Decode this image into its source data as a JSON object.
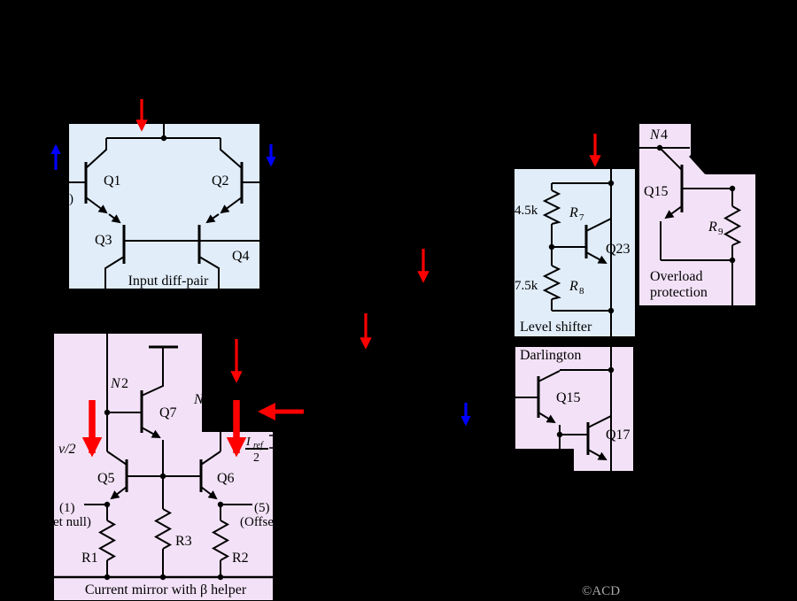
{
  "colors": {
    "background": "#000000",
    "box_blue": "#e1edf9",
    "box_pink": "#f3e2f7",
    "line_black": "#000000",
    "arrow_red": "#ff0000",
    "arrow_blue": "#0000ff",
    "watermark_gray": "#a8a8a8"
  },
  "watermark": "©ACD",
  "input_diff_pair": {
    "caption": "Input diff-pair",
    "q1": "Q1",
    "q2": "Q2",
    "q3": "Q3",
    "q4": "Q4",
    "clipped_paren": ")"
  },
  "current_mirror": {
    "caption": "Current mirror with β helper",
    "node_n2": "N",
    "node_n2_num": "2",
    "node_n1_partial": "N",
    "q5": "Q5",
    "q6": "Q6",
    "q7": "Q7",
    "r1": "R1",
    "r2": "R2",
    "r3": "R3",
    "pin1": "(1)",
    "pin1_text": "et null)",
    "pin5": "(5)",
    "pin5_text": "(Offse",
    "v_half": "v/2",
    "iref_i": "I",
    "iref_sub": "ref",
    "iref_den": "2"
  },
  "level_shifter": {
    "caption": "Level shifter",
    "q23": "Q23",
    "r7": "R",
    "r7_sub": "7",
    "r7_value": "4.5k",
    "r8": "R",
    "r8_sub": "8",
    "r8_value": "7.5k"
  },
  "darlington": {
    "caption": "Darlington",
    "q15": "Q15",
    "q17": "Q17"
  },
  "overload": {
    "caption_1": "Overload",
    "caption_2": "protection",
    "node_n4": "N",
    "node_n4_num": "4",
    "q15": "Q15",
    "r9": "R",
    "r9_sub": "9"
  }
}
